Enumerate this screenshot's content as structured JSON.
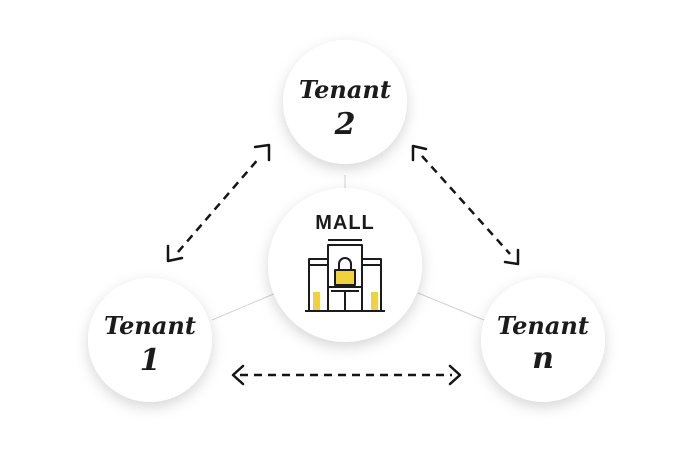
{
  "mall": {
    "label": "MALL",
    "icon": "mall-building-lock-icon",
    "accent_color": "#f2d23a"
  },
  "tenants": [
    {
      "id": "tenant-2",
      "line1": "Tenant",
      "line2": "2"
    },
    {
      "id": "tenant-1",
      "line1": "Tenant",
      "line2": "1"
    },
    {
      "id": "tenant-n",
      "line1": "Tenant",
      "line2": "n"
    }
  ],
  "arrows": [
    {
      "name": "arrow-tenant1-tenant2",
      "type": "bidirectional-dashed"
    },
    {
      "name": "arrow-tenant2-tenantn",
      "type": "bidirectional-dashed"
    },
    {
      "name": "arrow-tenant1-tenantn",
      "type": "bidirectional-dashed"
    }
  ]
}
